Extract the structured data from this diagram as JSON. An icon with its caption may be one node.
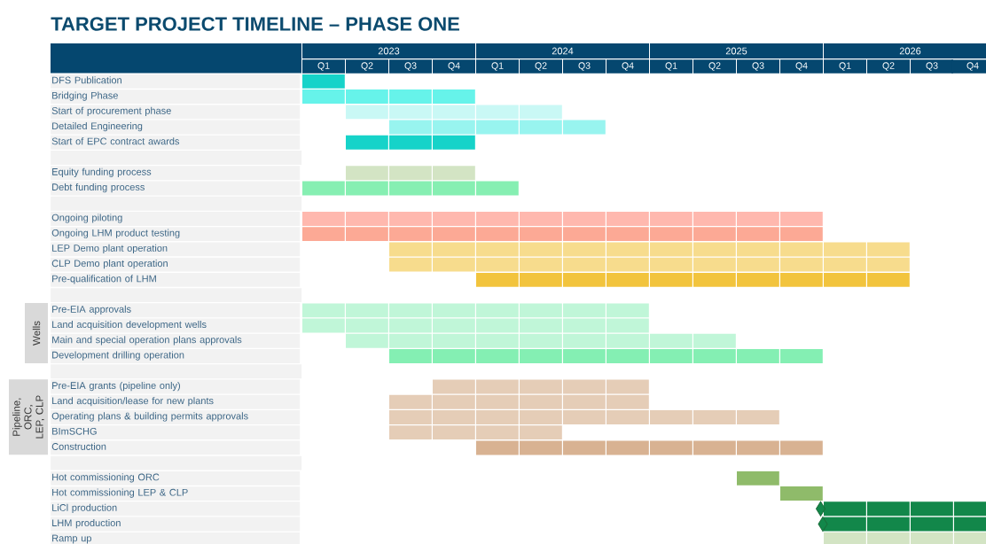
{
  "diagram": {
    "title": "TARGET PROJECT TIMELINE – PHASE ONE",
    "nodes": [
      {
        "text": [
          "DFS Publication"
        ]
      },
      {
        "text": [
          "Bridging Phase"
        ]
      },
      {
        "text": [
          "Start of procurement phase"
        ]
      },
      {
        "text": [
          "Detailed Engineering"
        ]
      },
      {
        "text": [
          "Start of EPC contract awards"
        ]
      },
      {
        "text": [],
        "shape": "box"
      },
      {
        "text": [
          "Equity funding process"
        ]
      },
      {
        "text": [
          "Debt funding process"
        ]
      },
      {
        "text": [],
        "shape": "box"
      },
      {
        "text": [
          "Ongoing piloting"
        ]
      },
      {
        "text": [
          "Ongoing LHM product testing"
        ]
      },
      {
        "text": [
          "LEP Demo plant operation"
        ]
      },
      {
        "text": [
          "CLP Demo plant operation"
        ]
      },
      {
        "text": [
          "Pre-qualification of LHM"
        ]
      },
      {
        "text": [],
        "shape": "box"
      },
      {
        "text": [
          "Wells"
        ]
      },
      {
        "text": [
          "Pre-EIA approvals"
        ]
      },
      {
        "text": [
          "Land acquisition development wells"
        ]
      },
      {
        "text": [
          "Main and special operation plans approvals"
        ]
      },
      {
        "text": [
          "Development drilling operation"
        ]
      },
      {
        "text": [],
        "shape": "box"
      },
      {
        "text": [
          "Pipeline, ORC, LEP, CLP"
        ]
      },
      {
        "text": [
          "Pre-EIA grants (pipeline only)"
        ]
      },
      {
        "text": [
          "Land acquisition/lease for new plants"
        ]
      },
      {
        "text": [
          "Operating plans & building permits approvals"
        ]
      },
      {
        "text": [
          "BImSCHG"
        ]
      },
      {
        "text": [
          "Construction"
        ]
      },
      {
        "text": [],
        "shape": "box"
      },
      {
        "text": [
          "Hot commissioning ORC"
        ]
      },
      {
        "text": [
          "Hot commissioning LEP & CLP"
        ]
      },
      {
        "text": [
          "LiCl production"
        ]
      },
      {
        "text": [
          "LHM production"
        ]
      },
      {
        "text": [
          "Ramp up"
        ]
      }
    ],
    "labels": [
      "2023",
      "2024",
      "2025",
      "2026",
      "Q1",
      "Q2",
      "Q3",
      "Q4",
      "Q1",
      "Q2",
      "Q3",
      "Q4",
      "Q1",
      "Q2",
      "Q3",
      "Q4",
      "Q1",
      "Q2",
      "Q3",
      "Q4"
    ]
  }
}
